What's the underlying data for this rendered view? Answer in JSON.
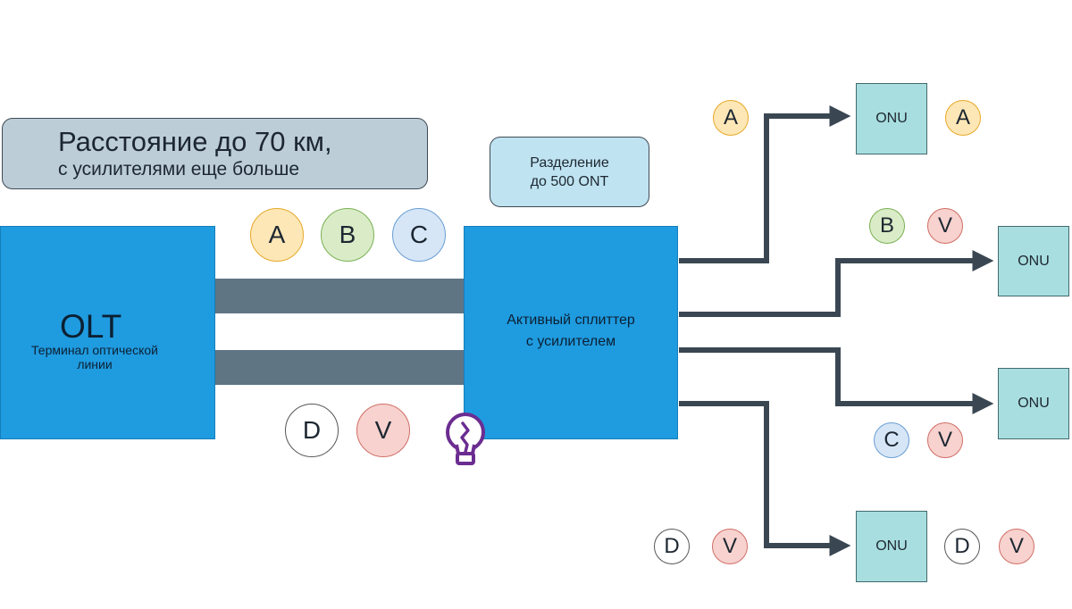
{
  "distance": {
    "title": "Расстояние до 70 км,",
    "subtitle": "с усилителями еще больше"
  },
  "split_info": {
    "line1": "Разделение",
    "line2": "до 500 ONT"
  },
  "olt": {
    "name": "OLT",
    "desc_line1": "Терминал оптической",
    "desc_line2": "линии"
  },
  "splitter": {
    "line1": "Активный сплиттер",
    "line2": "с усилителем"
  },
  "onus": [
    "ONU",
    "ONU",
    "ONU",
    "ONU"
  ],
  "badges": {
    "A": "A",
    "B": "B",
    "C": "C",
    "D": "D",
    "V": "V"
  },
  "colors": {
    "block_blue": "#1f9be0",
    "trunk_gray": "#5f7584",
    "line_dark": "#3a4753",
    "onu_fill": "#a8dedf",
    "badge_a_fill": "#fde7b6",
    "badge_a_border": "#e7a928",
    "badge_b_fill": "#d9ecc7",
    "badge_b_border": "#7bb054",
    "badge_c_fill": "#d6e6f7",
    "badge_c_border": "#6a9ed2",
    "badge_d_fill": "#ffffff",
    "badge_d_border": "#555555",
    "badge_v_fill": "#f7d2cf",
    "badge_v_border": "#d06d65",
    "bulb_color": "#6b2d91"
  },
  "icons": {
    "amplifier": "lightbulb-icon"
  }
}
